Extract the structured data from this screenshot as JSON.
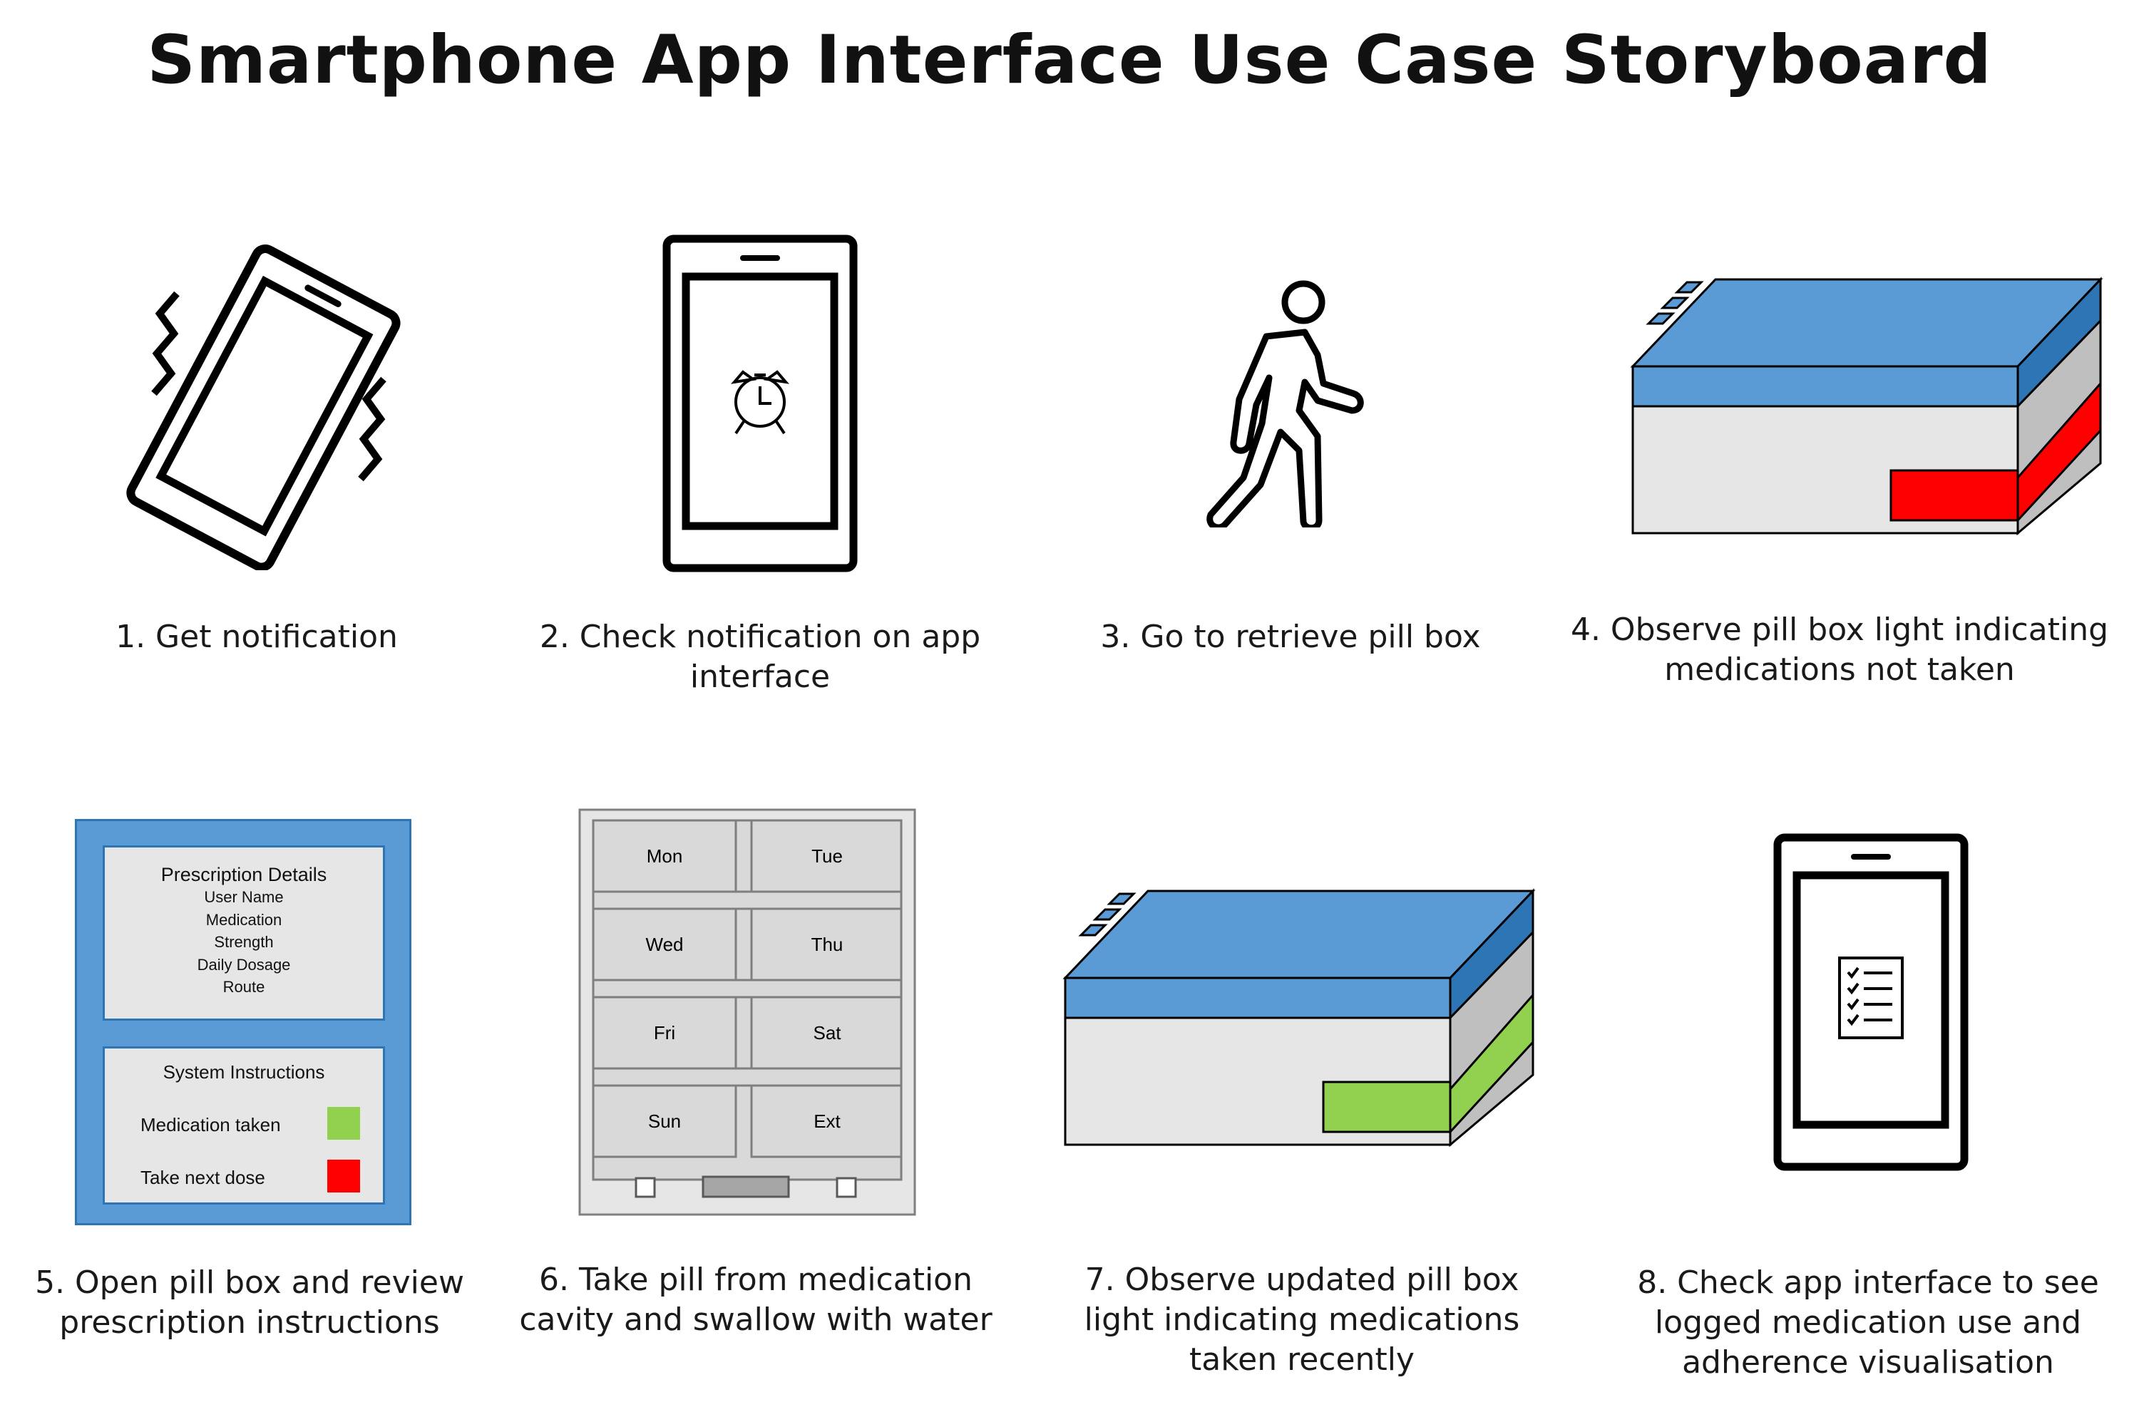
{
  "title": "Smartphone App Interface Use Case Storyboard",
  "colors": {
    "blue": "#5b9bd5",
    "dark_blue": "#2e75b6",
    "grey": "#e7e6e6",
    "mid_grey": "#bfbfbf",
    "red": "#ff0000",
    "green": "#92d050"
  },
  "steps": [
    {
      "caption_lines": [
        "1. Get notification"
      ],
      "icon": "vibrating-phone-icon"
    },
    {
      "caption_lines": [
        "2. Check notification on app",
        "interface"
      ],
      "icon": "phone-alarm-icon"
    },
    {
      "caption_lines": [
        "3. Go to retrieve pill box"
      ],
      "icon": "walking-person-icon"
    },
    {
      "caption_lines": [
        "4. Observe pill box light indicating",
        "medications not taken"
      ],
      "icon": "pill-box-red-light-icon"
    },
    {
      "caption_lines": [
        "5. Open pill box and review",
        "prescription instructions"
      ],
      "icon": "prescription-screen"
    },
    {
      "caption_lines": [
        "6. Take pill from medication",
        "cavity and swallow with water"
      ],
      "icon": "pill-compartments"
    },
    {
      "caption_lines": [
        "7. Observe updated pill box",
        "light indicating medications",
        "taken recently"
      ],
      "icon": "pill-box-green-light-icon"
    },
    {
      "caption_lines": [
        "8. Check app interface to see",
        "logged medication use and",
        "adherence visualisation"
      ],
      "icon": "phone-checklist-icon"
    }
  ],
  "prescription": {
    "details_title": "Prescription Details",
    "details_fields": [
      "User Name",
      "Medication",
      "Strength",
      "Daily Dosage",
      "Route"
    ],
    "instructions_title": "System Instructions",
    "legend": [
      {
        "label": "Medication taken",
        "color": "#92d050"
      },
      {
        "label": "Take next dose",
        "color": "#ff0000"
      }
    ]
  },
  "compartments": [
    "Mon",
    "Tue",
    "Wed",
    "Thu",
    "Fri",
    "Sat",
    "Sun",
    "Ext"
  ]
}
